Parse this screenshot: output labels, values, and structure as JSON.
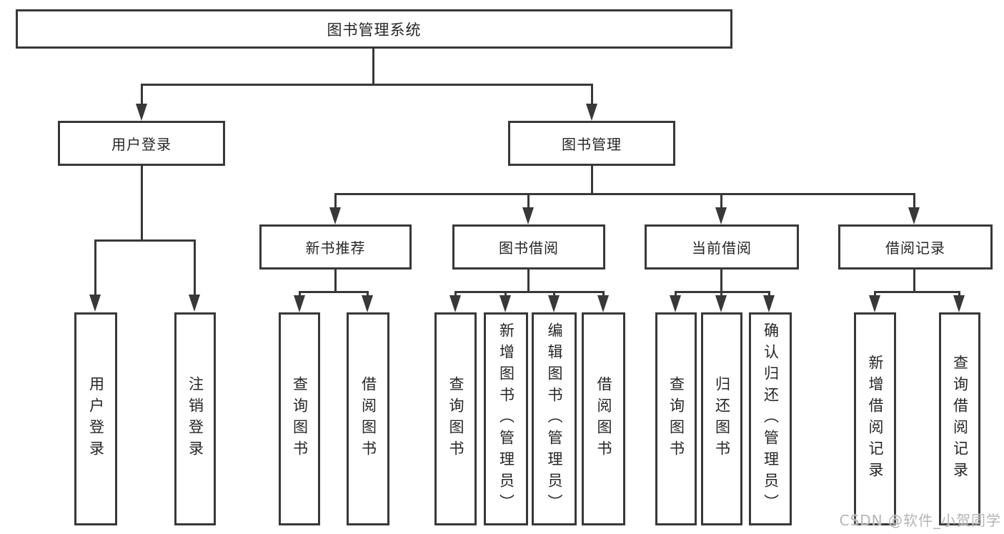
{
  "tree": {
    "root": {
      "id": "library-management-system",
      "label": "图书管理系统"
    },
    "level2": [
      {
        "id": "user-login",
        "label": "用户登录",
        "parent": "图书管理系统"
      },
      {
        "id": "book-management",
        "label": "图书管理",
        "parent": "图书管理系统"
      }
    ],
    "level3": [
      {
        "id": "new-book-recommendation",
        "label": "新书推荐",
        "parent": "图书管理"
      },
      {
        "id": "book-borrowing",
        "label": "图书借阅",
        "parent": "图书管理"
      },
      {
        "id": "current-borrowing",
        "label": "当前借阅",
        "parent": "图书管理"
      },
      {
        "id": "borrowing-records",
        "label": "借阅记录",
        "parent": "图书管理"
      }
    ],
    "leaves": [
      {
        "id": "leaf-user-login",
        "label": "用户登录",
        "parent": "用户登录"
      },
      {
        "id": "leaf-logout",
        "label": "注销登录",
        "parent": "用户登录"
      },
      {
        "id": "leaf-query-books-1",
        "label": "查询图书",
        "parent": "新书推荐"
      },
      {
        "id": "leaf-borrow-books-1",
        "label": "借阅图书",
        "parent": "新书推荐"
      },
      {
        "id": "leaf-query-books-2",
        "label": "查询图书",
        "parent": "图书借阅"
      },
      {
        "id": "leaf-add-books-admin",
        "label": "新增图书（管理员）",
        "parent": "图书借阅"
      },
      {
        "id": "leaf-edit-books-admin",
        "label": "编辑图书（管理员）",
        "parent": "图书借阅"
      },
      {
        "id": "leaf-borrow-books-2",
        "label": "借阅图书",
        "parent": "图书借阅"
      },
      {
        "id": "leaf-query-books-3",
        "label": "查询图书",
        "parent": "当前借阅"
      },
      {
        "id": "leaf-return-books",
        "label": "归还图书",
        "parent": "当前借阅"
      },
      {
        "id": "leaf-confirm-return-admin",
        "label": "确认归还（管理员）",
        "parent": "当前借阅"
      },
      {
        "id": "leaf-add-borrow-record",
        "label": "新增借阅记录",
        "parent": "借阅记录"
      },
      {
        "id": "leaf-query-borrow-record",
        "label": "查询借阅记录",
        "parent": "借阅记录"
      }
    ]
  },
  "watermark": {
    "text": "CSDN @软件_小贺同学"
  },
  "colors": {
    "line": "#383838",
    "box_fill": "#ffffff",
    "text": "#262626",
    "watermark": "#b5b5b5"
  }
}
